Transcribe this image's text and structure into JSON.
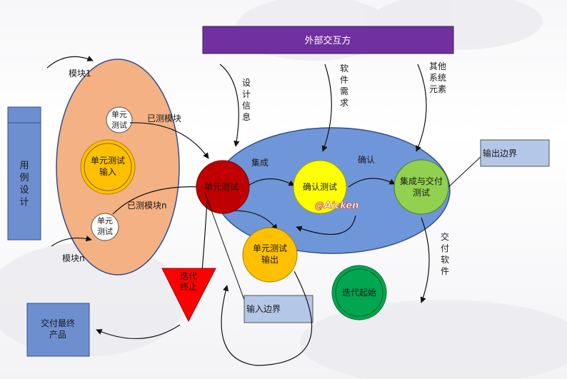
{
  "diagram": {
    "header": "外部交互方",
    "use_case_box": [
      "用",
      "例",
      "设",
      "计"
    ],
    "module_1": "模块1",
    "module_n": "模块n",
    "unit_test_top": [
      "单元",
      "测试"
    ],
    "unit_test_input": [
      "单元测试",
      "输入"
    ],
    "unit_test_bottom": [
      "单元",
      "测试"
    ],
    "tested_module": "已测模块",
    "tested_module_n": "已测模块n",
    "design_info": [
      "设",
      "计",
      "信",
      "息"
    ],
    "software_req": [
      "软",
      "件",
      "需",
      "求"
    ],
    "other_elements": [
      "其他",
      "系统",
      "元素"
    ],
    "integration": "集成",
    "confirm": "确认",
    "unit_test_main": "单元测试",
    "confirm_test": "确认测试",
    "integrate_deliver": [
      "集成与交付",
      "测试"
    ],
    "output_boundary": "输出边界",
    "input_boundary": "输入边界",
    "unit_test_output": [
      "单元测试",
      "输出"
    ],
    "deliver_software": [
      "交",
      "付",
      "软",
      "件"
    ],
    "iteration_end": [
      "迭代",
      "终止"
    ],
    "iteration_start": "迭代起始",
    "final_product": [
      "交付最终",
      "产品"
    ],
    "watermark": "@Aicken"
  },
  "colors": {
    "purple": "#7030a0",
    "blue_box": "#6d8fd0",
    "ellipse_orange": "#f4b183",
    "ellipse_blue": "#6f96d9",
    "red": "#c00000",
    "yellow": "#ffff00",
    "green_light": "#92d050",
    "orange": "#ffc000",
    "triangle_red": "#ff0000",
    "green": "#00a650",
    "boundary": "#b4c7e7"
  }
}
